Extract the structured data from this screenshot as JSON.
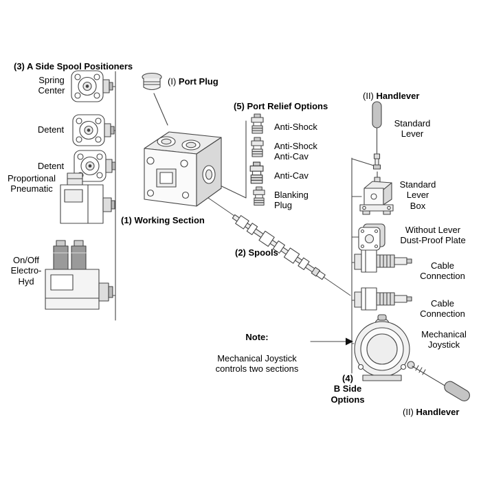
{
  "figure": {
    "line_color": "#444444",
    "text_color": "#000000",
    "background": "#ffffff"
  },
  "a_side": {
    "header": "(3) A Side Spool Positioners",
    "items": [
      {
        "label": "Spring\nCenter"
      },
      {
        "label": "Detent"
      },
      {
        "label": "Detent"
      },
      {
        "label": "Proportional\nPneumatic"
      },
      {
        "label": "On/Off\nElectro-\nHyd"
      }
    ]
  },
  "center": {
    "port_plug": {
      "prefix": "(I)",
      "label": "Port Plug"
    },
    "working_section": "(1) Working Section",
    "relief": {
      "header": "(5) Port Relief Options",
      "items": [
        {
          "label": "Anti-Shock"
        },
        {
          "label": "Anti-Shock\nAnti-Cav"
        },
        {
          "label": "Anti-Cav"
        },
        {
          "label": "Blanking\nPlug"
        }
      ]
    },
    "spools": "(2) Spools",
    "note": {
      "title": "Note:",
      "body": "Mechanical Joystick\ncontrols two sections"
    }
  },
  "b_side": {
    "handlever_top": {
      "prefix": "(II)",
      "label": "Handlever"
    },
    "items": [
      {
        "label": "Standard\nLever"
      },
      {
        "label": "Standard\nLever\nBox"
      },
      {
        "label": "Without Lever\nDust-Proof Plate"
      },
      {
        "label": "Cable\nConnection"
      },
      {
        "label": "Cable\nConnection"
      },
      {
        "label": "Mechanical\nJoystick"
      }
    ],
    "footer": "(4)\nB Side\nOptions",
    "handlever_bottom": {
      "prefix": "(II)",
      "label": "Handlever"
    }
  }
}
